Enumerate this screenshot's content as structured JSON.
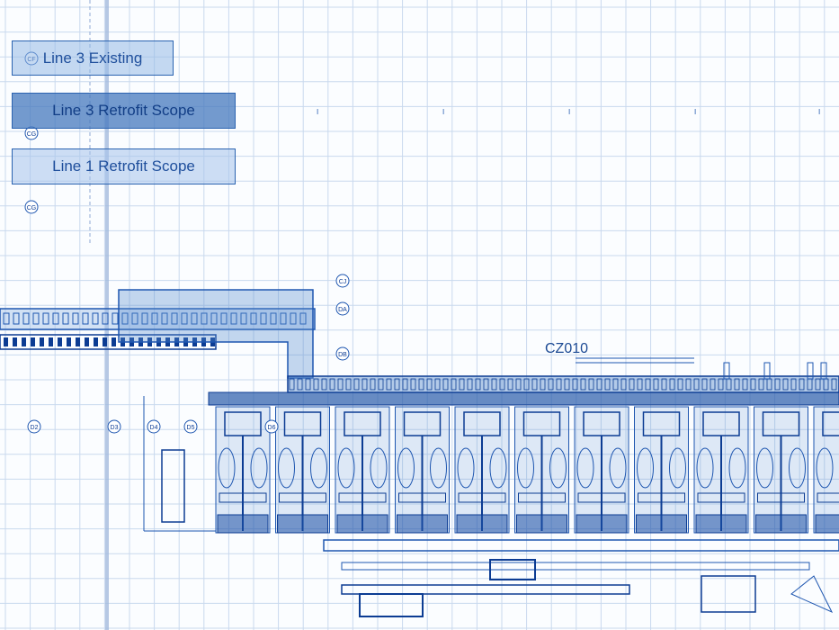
{
  "legend": {
    "items": [
      {
        "label": "Line 3 Existing"
      },
      {
        "label": "Line 3 Retrofit Scope"
      },
      {
        "label": "Line 1 Retrofit Scope"
      }
    ]
  },
  "zone": {
    "label": "CZ010"
  },
  "grid_bubbles": [
    "CF",
    "CG",
    "CG",
    "CJ",
    "DA",
    "DB",
    "D2",
    "D3",
    "D4",
    "D5",
    "D6"
  ],
  "colors": {
    "grid": "#c9d9ee",
    "grid_major": "#b3c8e6",
    "linework": "#1e56b0",
    "linework_dark": "#0c3c93",
    "scope_fill": "#5b8fd0"
  }
}
